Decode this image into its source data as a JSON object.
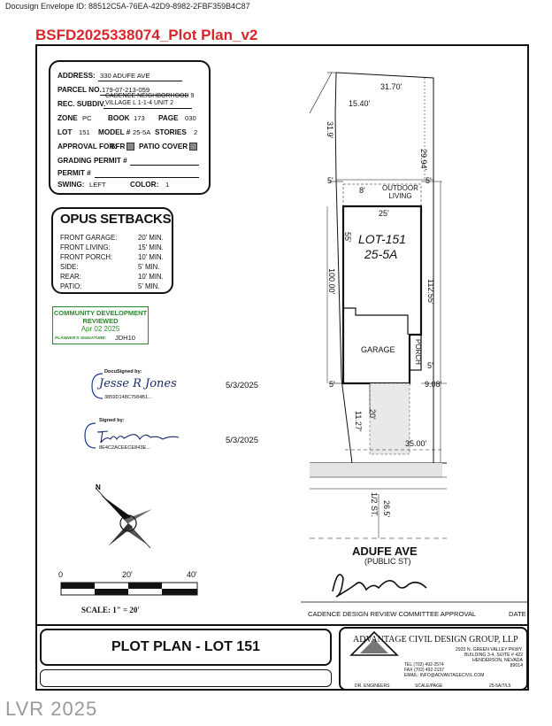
{
  "envelope_id": "Docusign Envelope ID: 88512C5A-76EA-42D9-8982-2FBF359B4C87",
  "plan_title": "BSFD2025338074_Plot Plan_v2",
  "info": {
    "address_label": "ADDRESS:",
    "address": "330 ADUFE AVE",
    "parcel_label": "PARCEL NO.",
    "parcel": "179-07-213-059",
    "subdiv_label": "REC. SUBDIV.",
    "subdiv_line1": "CADENCE NEIGHBORHOOD 9",
    "subdiv_line2": "VILLAGE L 1-1-4 UNIT 2",
    "zone_label": "ZONE",
    "zone": "PC",
    "book_label": "BOOK",
    "book": "173",
    "page_label": "PAGE",
    "page": "030",
    "lot_label": "LOT",
    "lot": "151",
    "model_label": "MODEL #",
    "model": "25-5A",
    "stories_label": "STORIES",
    "stories": "2",
    "approval_label": "APPROVAL FOR:",
    "approval_sfr": "SFR",
    "approval_patio": "PATIO COVER",
    "grading_label": "GRADING PERMIT #",
    "permit_label": "PERMIT #",
    "swing_label": "SWING:",
    "swing": "LEFT",
    "color_label": "COLOR:",
    "color": "1"
  },
  "setbacks": {
    "title": "OPUS SETBACKS",
    "rows": [
      {
        "label": "FRONT GARAGE:",
        "value": "20' MIN."
      },
      {
        "label": "FRONT LIVING:",
        "value": "15' MIN."
      },
      {
        "label": "FRONT PORCH:",
        "value": "10' MIN."
      },
      {
        "label": "SIDE:",
        "value": "5' MIN."
      },
      {
        "label": "REAR:",
        "value": "10' MIN."
      },
      {
        "label": "PATIO:",
        "value": "5' MIN."
      }
    ]
  },
  "stamp": {
    "line1": "COMMUNITY DEVELOPMENT",
    "line2": "REVIEWED",
    "date": "Apr 02 2025",
    "signature_label": "PLANNER'S SIGNATURE:",
    "initials": "JDH10"
  },
  "signatures": [
    {
      "header": "DocuSigned by:",
      "name": "Jesse R Jones",
      "id": "3859D148C7584B1...",
      "date": "5/3/2025"
    },
    {
      "header": "Signed by:",
      "id": "8E4C2ACEECE843E...",
      "date": "5/3/2025"
    }
  ],
  "scale": {
    "tick0": "0",
    "tick1": "20'",
    "tick2": "40'",
    "label": "SCALE:  1\"  =  20'"
  },
  "plan": {
    "dim_top": "31.70'",
    "dim_left_top": "15.40'",
    "dim_left_side": "31.9'",
    "dim_right_rear": "29.94'",
    "side_l": "5'",
    "side_r": "5'",
    "outdoor_offset": "8'",
    "outdoor_line1": "OUTDOOR",
    "outdoor_line2": "LIVING",
    "house_width": "25'",
    "house_depth": "55'",
    "lot_label": "LOT-151",
    "model_label": "25-5A",
    "lot_depth_left": "100.00'",
    "lot_depth_right": "112.55'",
    "garage": "GARAGE",
    "porch": "PORCH",
    "porch_side": "5'",
    "front_side_l": "5'",
    "front_right": "9.08'",
    "drive_dim": "20'",
    "front_left": "11.27'",
    "frontage": "35.00'",
    "street_half": "1/2 ST.",
    "street_dim": "26.5'",
    "street_name": "ADUFE AVE",
    "street_type": "(PUBLIC ST)",
    "review_label": "CADENCE DESIGN REVIEW COMMITTEE APPROVAL",
    "date_label": "DATE"
  },
  "footer": {
    "title": "PLOT PLAN - LOT 151",
    "company": "ADVANTAGE CIVIL DESIGN GROUP, LLP",
    "addr1": "2920 N. GREEN VALLEY PKWY.",
    "addr2": "BUILDING 3-4, SUITE # 422",
    "addr3": "HENDERSON, NEVADA",
    "addr4": "89014",
    "phone": "TEL (702) 492-2574",
    "fax": "FAX (702) 492-2157",
    "email": "EMAIL: INFO@ADVANTAGECIVIL.COM",
    "drawn": "DR. ENGINEERS",
    "job_label": "SCALE/PAGE",
    "job": "25-5A/7/L5"
  },
  "watermark": "LVR 2025"
}
